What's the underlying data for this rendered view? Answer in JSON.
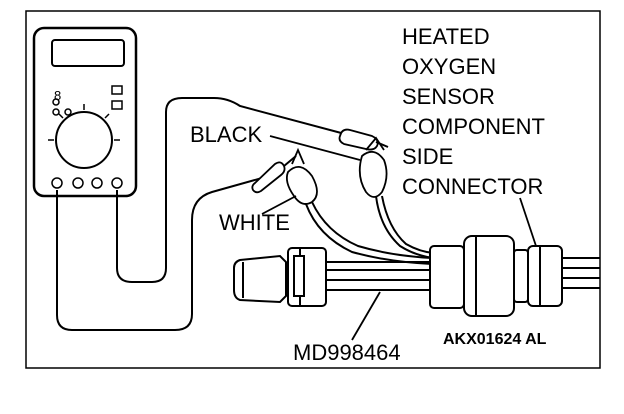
{
  "diagram": {
    "title_lines": [
      "HEATED",
      "OXYGEN",
      "SENSOR",
      "COMPONENT",
      "SIDE",
      "CONNECTOR"
    ],
    "labels": {
      "black": "BLACK",
      "white": "WHITE",
      "tool": "MD998464",
      "figure_code": "AKX01624 AL"
    },
    "multimeter": {
      "range_glyph": "8"
    }
  }
}
